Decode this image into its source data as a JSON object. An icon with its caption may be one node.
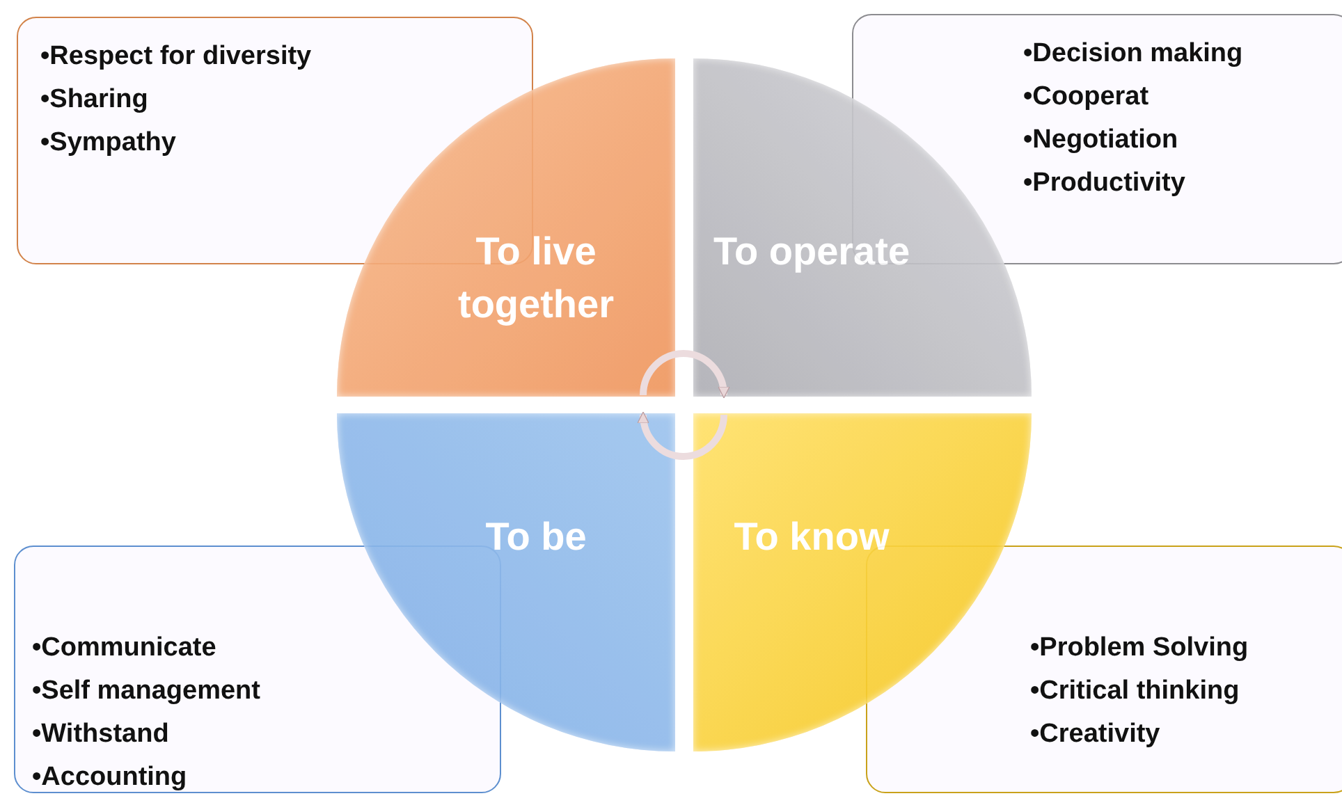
{
  "diagram": {
    "nodes": [
      {
        "text": [
          "To live together"
        ]
      },
      {
        "text": [
          "To operate"
        ]
      },
      {
        "text": [
          "To be"
        ]
      },
      {
        "text": [
          "To know"
        ]
      },
      {
        "text": [
          "•Respect for diversity",
          "•Sharing",
          "•Sympathy"
        ]
      },
      {
        "text": [
          "•Decision making",
          "•Cooperat",
          "•Negotiation",
          "•Productivity"
        ]
      },
      {
        "text": [
          "•Communicate",
          "•Self management",
          "•Withstand",
          "•Accounting"
        ]
      },
      {
        "text": [
          "•Problem Solving",
          "•Critical thinking",
          "•Creativity"
        ]
      }
    ],
    "edges": [
      {
        "from": 0,
        "to": 1,
        "arrow": "to"
      },
      {
        "from": 3,
        "to": 2,
        "arrow": "to"
      }
    ]
  }
}
